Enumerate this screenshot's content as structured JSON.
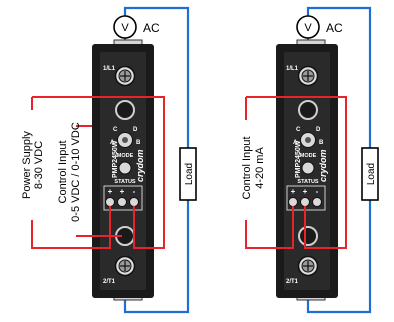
{
  "colors": {
    "red": "#e8242b",
    "blue": "#1e6fd0",
    "device_body": "#1a1a1a",
    "device_light": "#d9d9d9"
  },
  "left_unit": {
    "ac_label": "AC",
    "meter_symbol": "V",
    "terminal_top": "1/L1",
    "terminal_bottom": "2/T1",
    "model": "PMP2450W",
    "brand": "crydom",
    "mode_label": "MODE",
    "status_label": "STATUS",
    "dial_letters": [
      "C",
      "D",
      "A",
      "B"
    ],
    "pin_symbols": [
      "+",
      "+",
      "-"
    ],
    "load_label": "Load",
    "power_supply_label": "Power Supply",
    "power_supply_voltage": "8-30 VDC",
    "control_input_label": "Control Input",
    "control_input_range": "0-5 VDC / 0-10 VDC"
  },
  "right_unit": {
    "ac_label": "AC",
    "meter_symbol": "V",
    "terminal_top": "1/L1",
    "terminal_bottom": "2/T1",
    "model": "PMP2450W",
    "brand": "crydom",
    "mode_label": "MODE",
    "status_label": "STATUS",
    "dial_letters": [
      "C",
      "D",
      "A",
      "B"
    ],
    "pin_symbols": [
      "+",
      "+",
      "-"
    ],
    "load_label": "Load",
    "control_input_label": "Control Input",
    "control_input_range": "4-20 mA"
  }
}
